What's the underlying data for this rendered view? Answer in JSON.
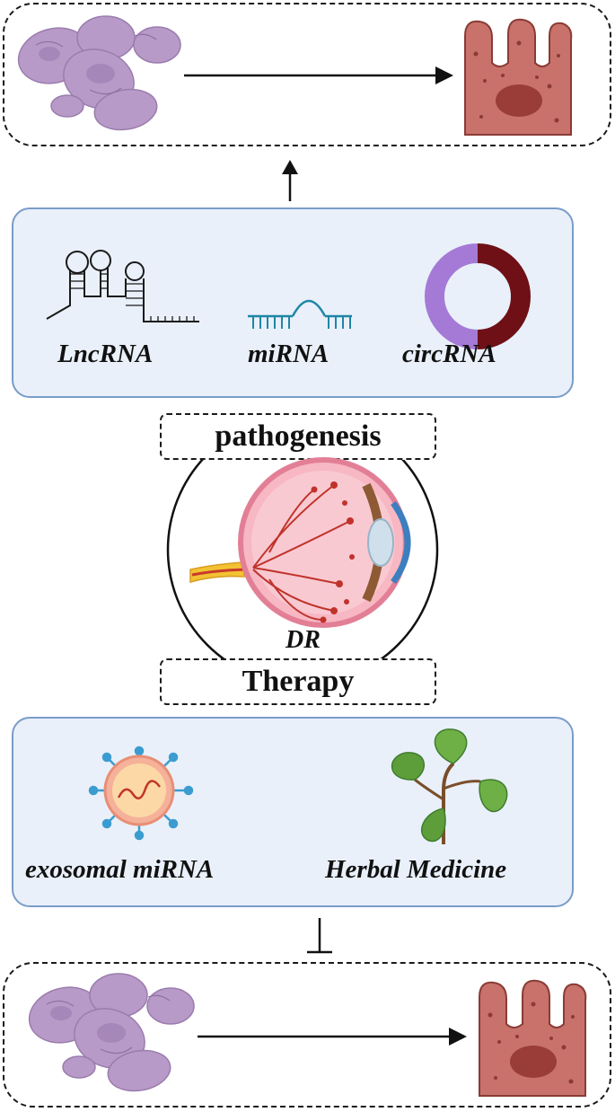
{
  "pathogenesis_panel": {
    "items": [
      {
        "label": "LncRNA",
        "icon": "lncrna-hairpin-icon"
      },
      {
        "label": "miRNA",
        "icon": "mirna-icon"
      },
      {
        "label": "circRNA",
        "icon": "circrna-ring-icon"
      }
    ]
  },
  "pathogenesis_label": "pathogenesis",
  "eye_label": "DR",
  "therapy_label": "Therapy",
  "therapy_panel": {
    "items": [
      {
        "label": "exosomal miRNA",
        "icon": "exosome-icon"
      },
      {
        "label": "Herbal Medicine",
        "icon": "herb-plant-icon"
      }
    ]
  },
  "colors": {
    "blue_box_fill": "#e9f0fa",
    "blue_box_border": "#7a9cc9",
    "cell_purple": "#b89ac8",
    "cell_red": "#c8726b",
    "circ_purple": "#a57ad6",
    "circ_dark_red": "#6e1016",
    "mirna_teal": "#1f86a6"
  }
}
